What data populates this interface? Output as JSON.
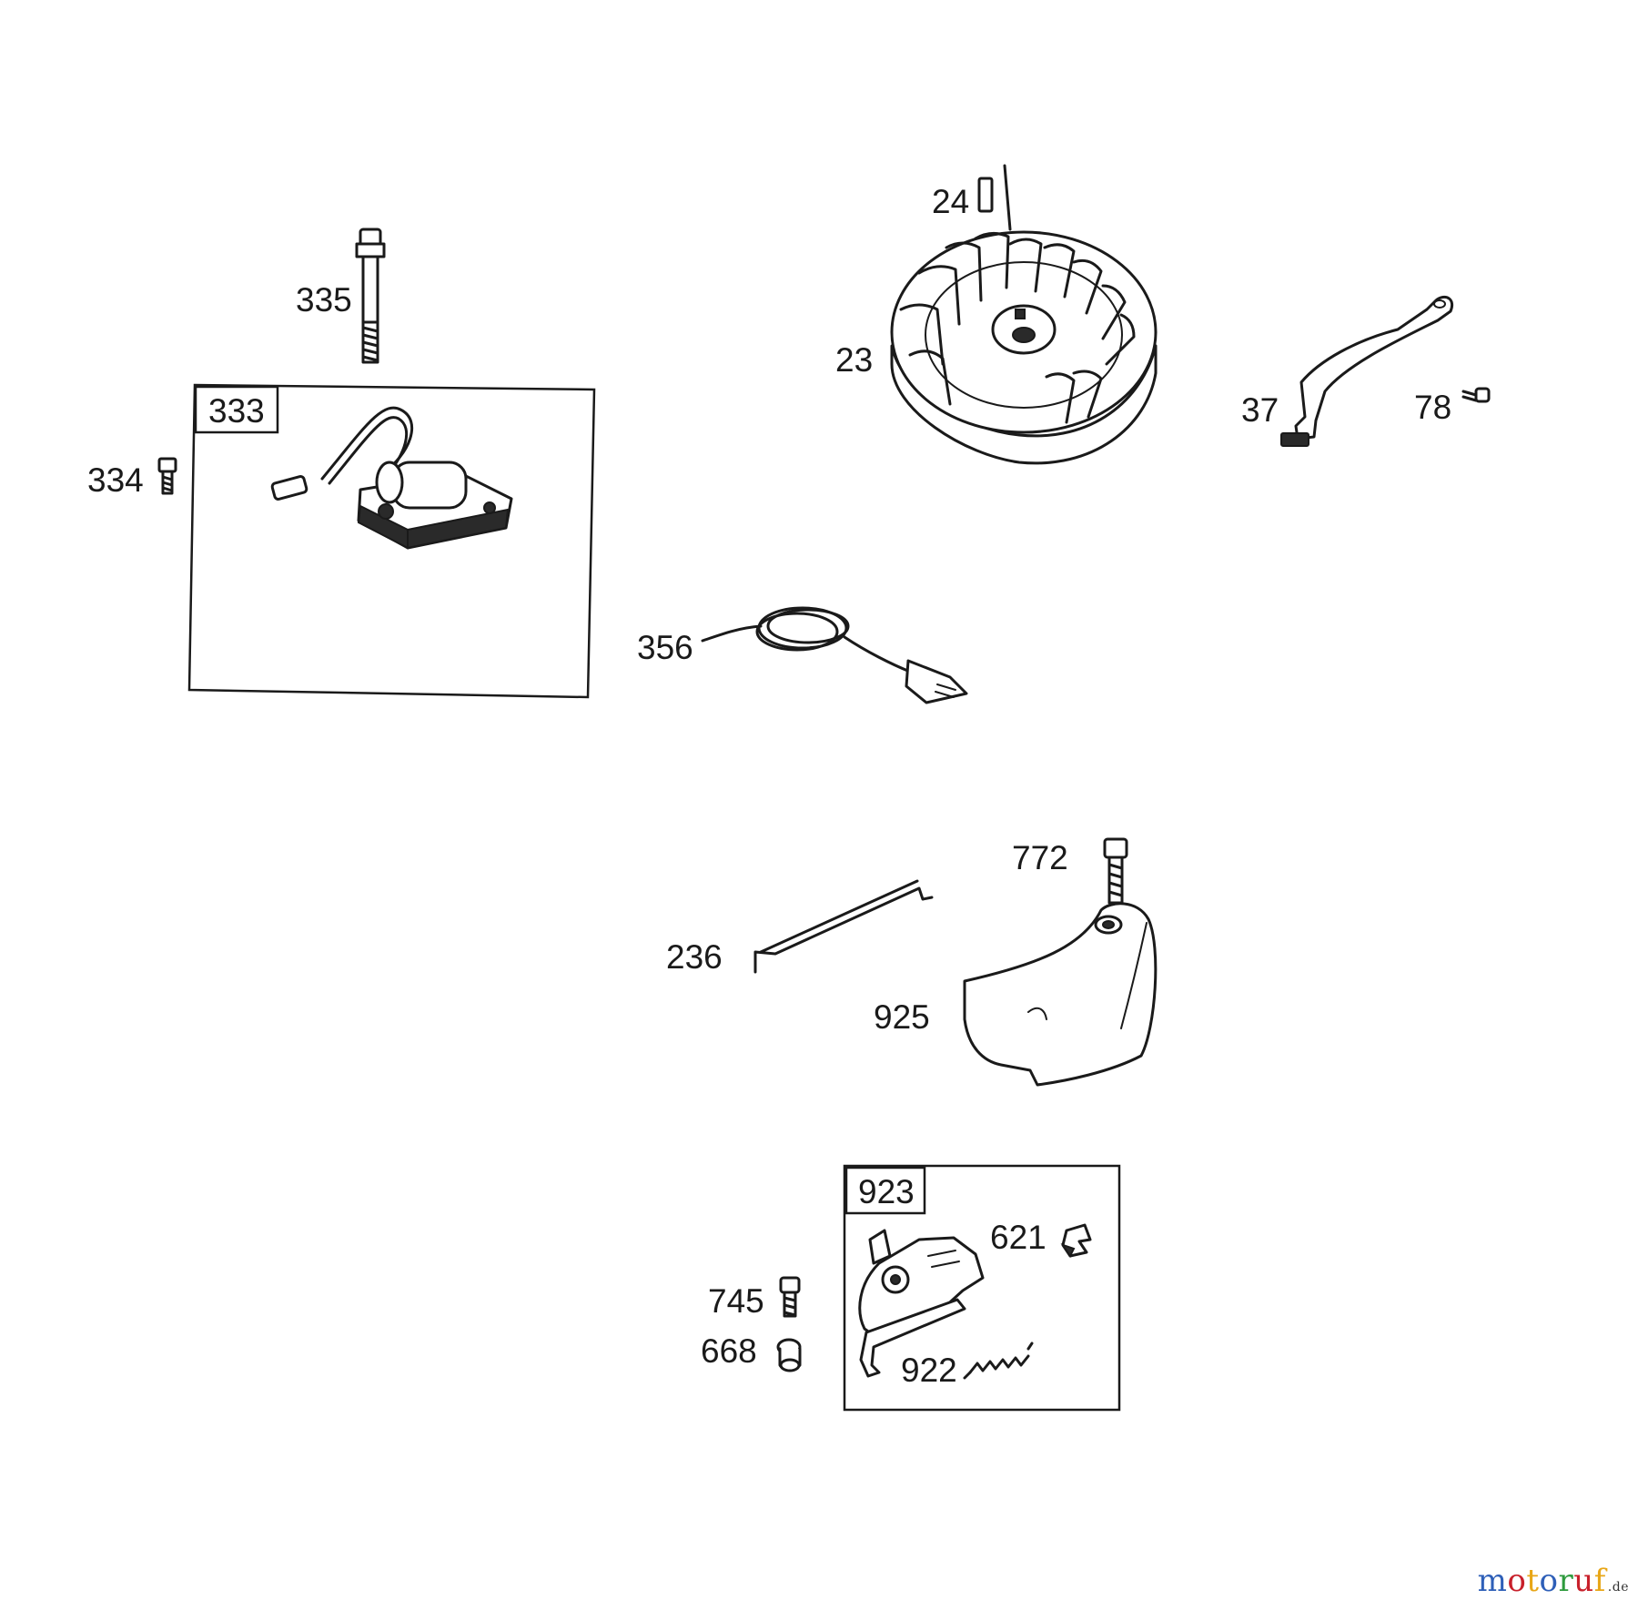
{
  "labels": {
    "l23": "23",
    "l24": "24",
    "l37": "37",
    "l78": "78",
    "l236": "236",
    "l333": "333",
    "l334": "334",
    "l335": "335",
    "l356": "356",
    "l621": "621",
    "l668": "668",
    "l745": "745",
    "l772": "772",
    "l922": "922",
    "l923": "923",
    "l925": "925"
  },
  "watermark": {
    "letters": [
      "m",
      "o",
      "t",
      "o",
      "r",
      "u",
      "f"
    ],
    "colors": [
      "#2e5fb8",
      "#c8202b",
      "#e8a617",
      "#2e5fb8",
      "#2d9a3d",
      "#c8202b",
      "#e8a617"
    ],
    "suffix": ".de"
  }
}
